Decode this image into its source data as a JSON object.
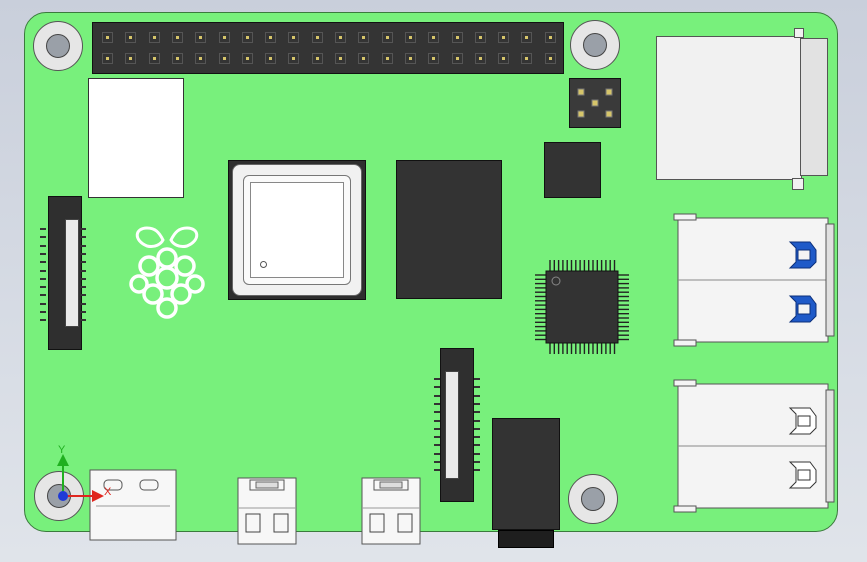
{
  "viewer": {
    "background_top": "#c9cfdb",
    "background_bottom": "#e0e4ea"
  },
  "board": {
    "pcb_color": "#78f07c",
    "outline_color": "#3b7a3d",
    "logo": "raspberry-pi-logo"
  },
  "components": {
    "gpio_header": {
      "rows": 2,
      "columns": 20,
      "color": "#343434"
    },
    "soc_color": "#f1f1f1",
    "ram_color": "#333333",
    "usb_tongue_color_top_pair": "#1f5ac8",
    "usb_tongue_color_bottom_pair": "#ffffff"
  },
  "axis_triad": {
    "x_label": "X",
    "y_label": "Y",
    "x_color": "#e0261f",
    "y_color": "#20b020",
    "z_color": "#1f3ad6"
  }
}
